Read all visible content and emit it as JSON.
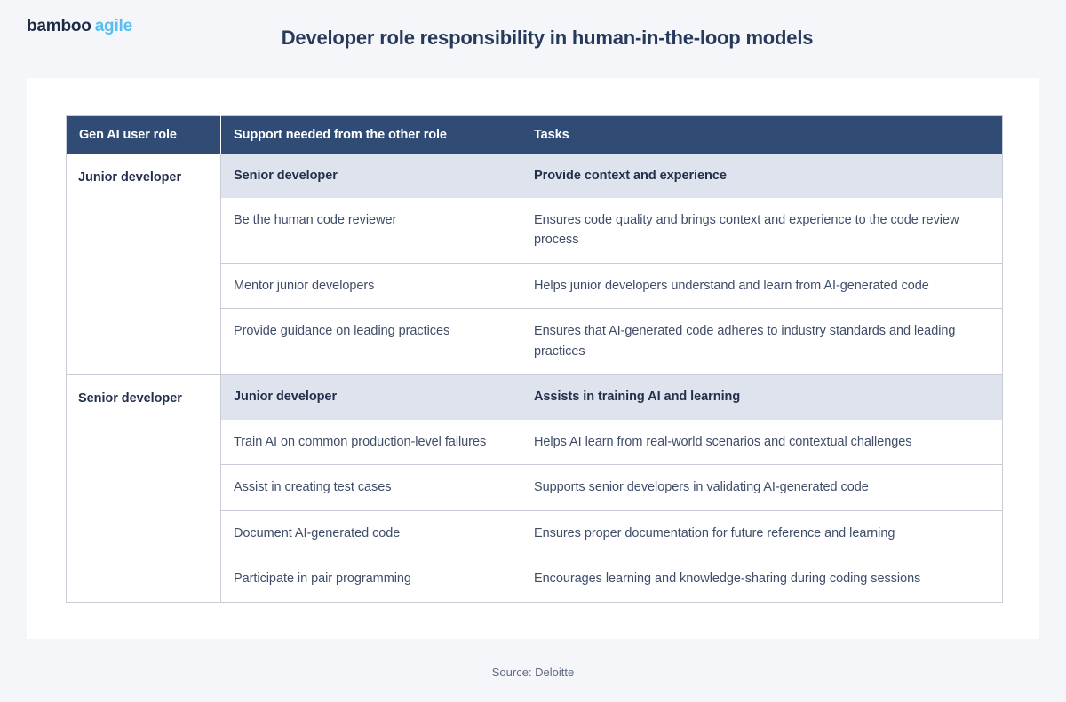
{
  "brand": {
    "name_primary": "bamboo",
    "name_secondary": "agile",
    "color_primary": "#1e2a44",
    "color_secondary": "#59bdf0"
  },
  "header": {
    "title": "Developer role responsibility in human-in-the-loop models"
  },
  "theme": {
    "page_background": "#f4f6f9",
    "card_background": "#ffffff",
    "table_header_background": "#304c74",
    "group_row_background": "#dfe3ed",
    "border_color": "#c7ccd6",
    "body_text_color": "#3f4d68",
    "heading_text_color": "#22304c"
  },
  "table": {
    "columns": [
      "Gen AI user role",
      "Support needed from the other role",
      "Tasks"
    ],
    "groups": [
      {
        "role": "Junior developer",
        "summary": {
          "support": "Senior developer",
          "task": "Provide context and experience"
        },
        "rows": [
          {
            "support": "Be the human code reviewer",
            "task": "Ensures code quality and brings context and experience to the code review process"
          },
          {
            "support": "Mentor junior developers",
            "task": "Helps junior developers understand and learn from AI-generated code"
          },
          {
            "support": "Provide guidance on leading practices",
            "task": "Ensures that AI-generated code adheres to industry standards and leading practices"
          }
        ]
      },
      {
        "role": "Senior developer",
        "summary": {
          "support": "Junior developer",
          "task": "Assists in training AI and learning"
        },
        "rows": [
          {
            "support": "Train AI on common production-level failures",
            "task": "Helps AI learn from real-world scenarios and contextual challenges"
          },
          {
            "support": "Assist in creating test cases",
            "task": "Supports senior developers in validating AI-generated code"
          },
          {
            "support": "Document AI-generated code",
            "task": "Ensures proper documentation for future reference and learning"
          },
          {
            "support": "Participate in pair programming",
            "task": "Encourages learning and knowledge-sharing during coding sessions"
          }
        ]
      }
    ]
  },
  "footer": {
    "source": "Source: Deloitte"
  }
}
